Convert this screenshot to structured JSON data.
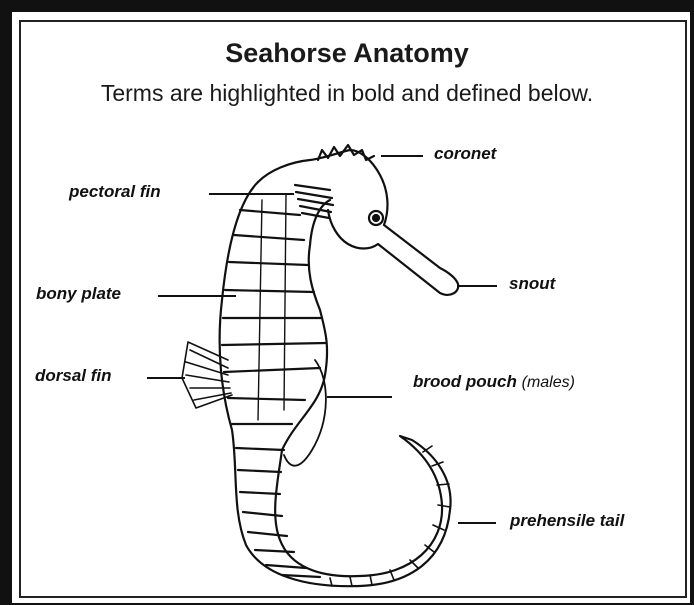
{
  "diagram": {
    "title": "Seahorse Anatomy",
    "subtitle": "Terms are highlighted in bold and defined below.",
    "labels": {
      "coronet": "coronet",
      "pectoral_fin": "pectoral fin",
      "snout": "snout",
      "bony_plate": "bony plate",
      "dorsal_fin": "dorsal fin",
      "brood_pouch": "brood pouch",
      "brood_pouch_note": "(males)",
      "prehensile_tail": "prehensile tail"
    }
  }
}
